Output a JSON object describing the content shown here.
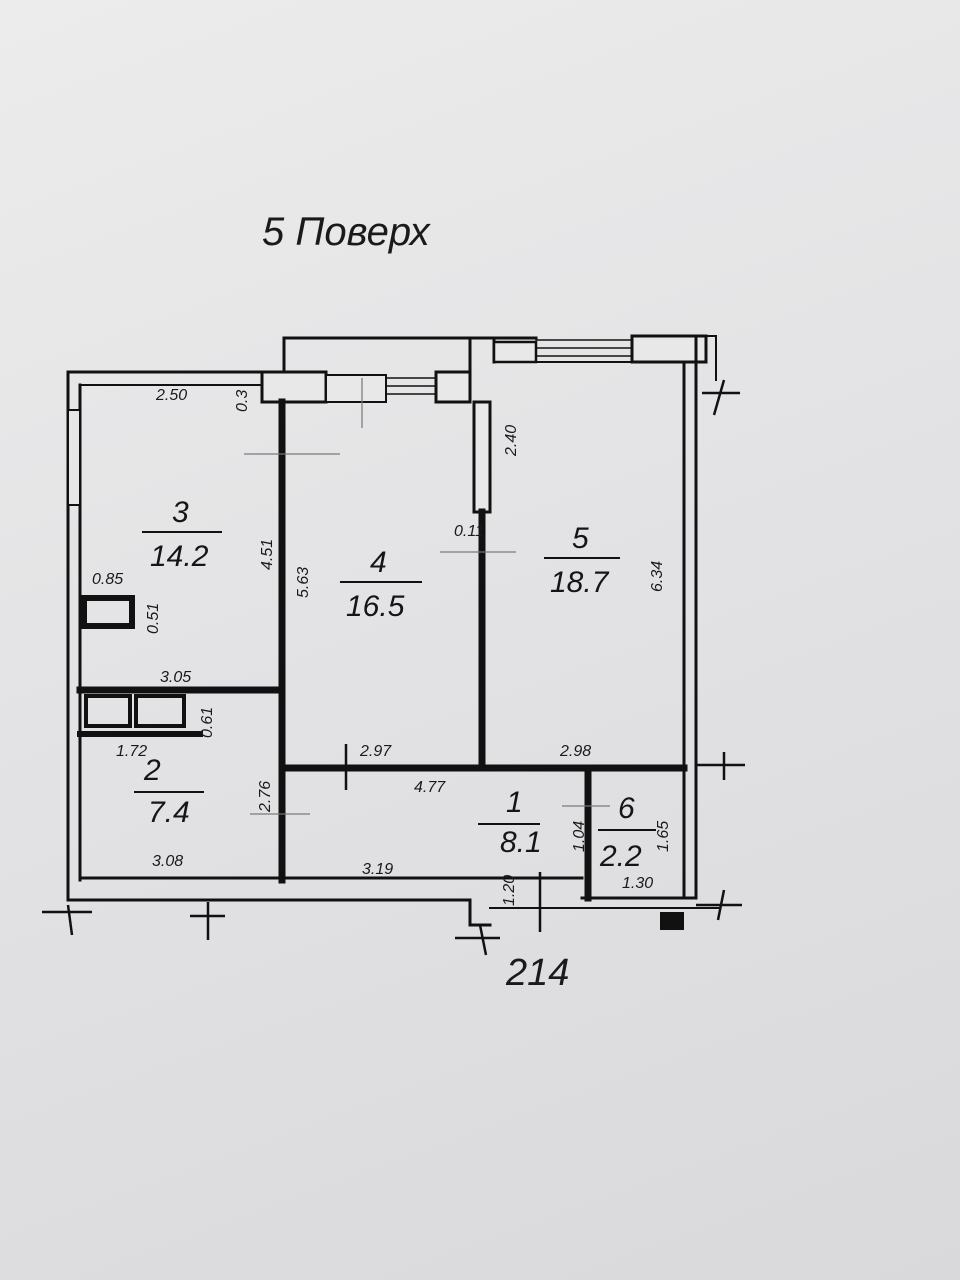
{
  "floor_title": "5  Поверх",
  "apartment_number": "214",
  "rooms": [
    {
      "number": "1",
      "area": "8.1"
    },
    {
      "number": "2",
      "area": "7.4"
    },
    {
      "number": "3",
      "area": "14.2"
    },
    {
      "number": "4",
      "area": "16.5"
    },
    {
      "number": "5",
      "area": "18.7"
    },
    {
      "number": "6",
      "area": "2.2"
    }
  ],
  "dimensions": {
    "r3_width_top": "2.50",
    "balcony_gap": "0.3",
    "r5_upper_wall": "2.40",
    "pier": "0.11",
    "r3_height": "4.51",
    "r4_height": "5.63",
    "r5_height": "6.34",
    "duct_width": "0.85",
    "duct_height": "0.51",
    "r2_top_width": "3.05",
    "r2_shaft_height": "0.61",
    "r2_left_width": "1.72",
    "r4_width": "2.97",
    "r5_width": "2.98",
    "r2_height": "2.76",
    "hall_width": "4.77",
    "r6_height_left": "1.04",
    "r6_height_right": "1.65",
    "r2_bottom_width": "3.08",
    "hall_bottom_width": "3.19",
    "door_width": "1.20",
    "r6_width": "1.30"
  }
}
